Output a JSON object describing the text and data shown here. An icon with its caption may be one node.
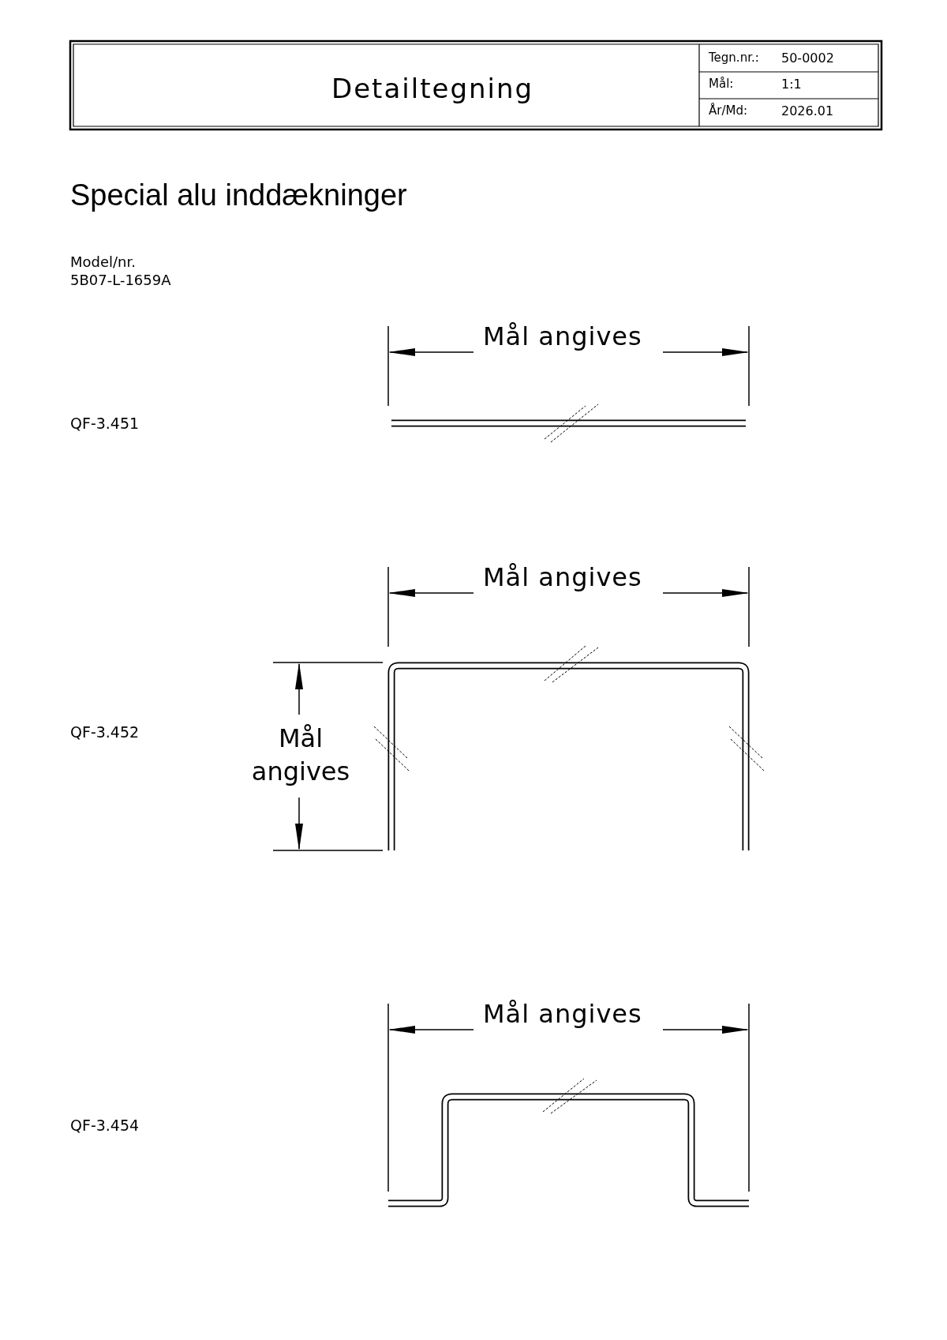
{
  "diagram": {
    "title": "Special alu inddækninger",
    "labels": [
      "Detailtegning",
      "Tegn.nr.:",
      "50-0002",
      "Mål:",
      "1:1",
      "År/Md:",
      "2026.01",
      "Model/nr.",
      "5B07-L-1659A",
      "Mål angives",
      "QF-3.451",
      "Mål angives",
      "Mål angives",
      "QF-3.452",
      "Mål angives",
      "QF-3.454"
    ]
  }
}
